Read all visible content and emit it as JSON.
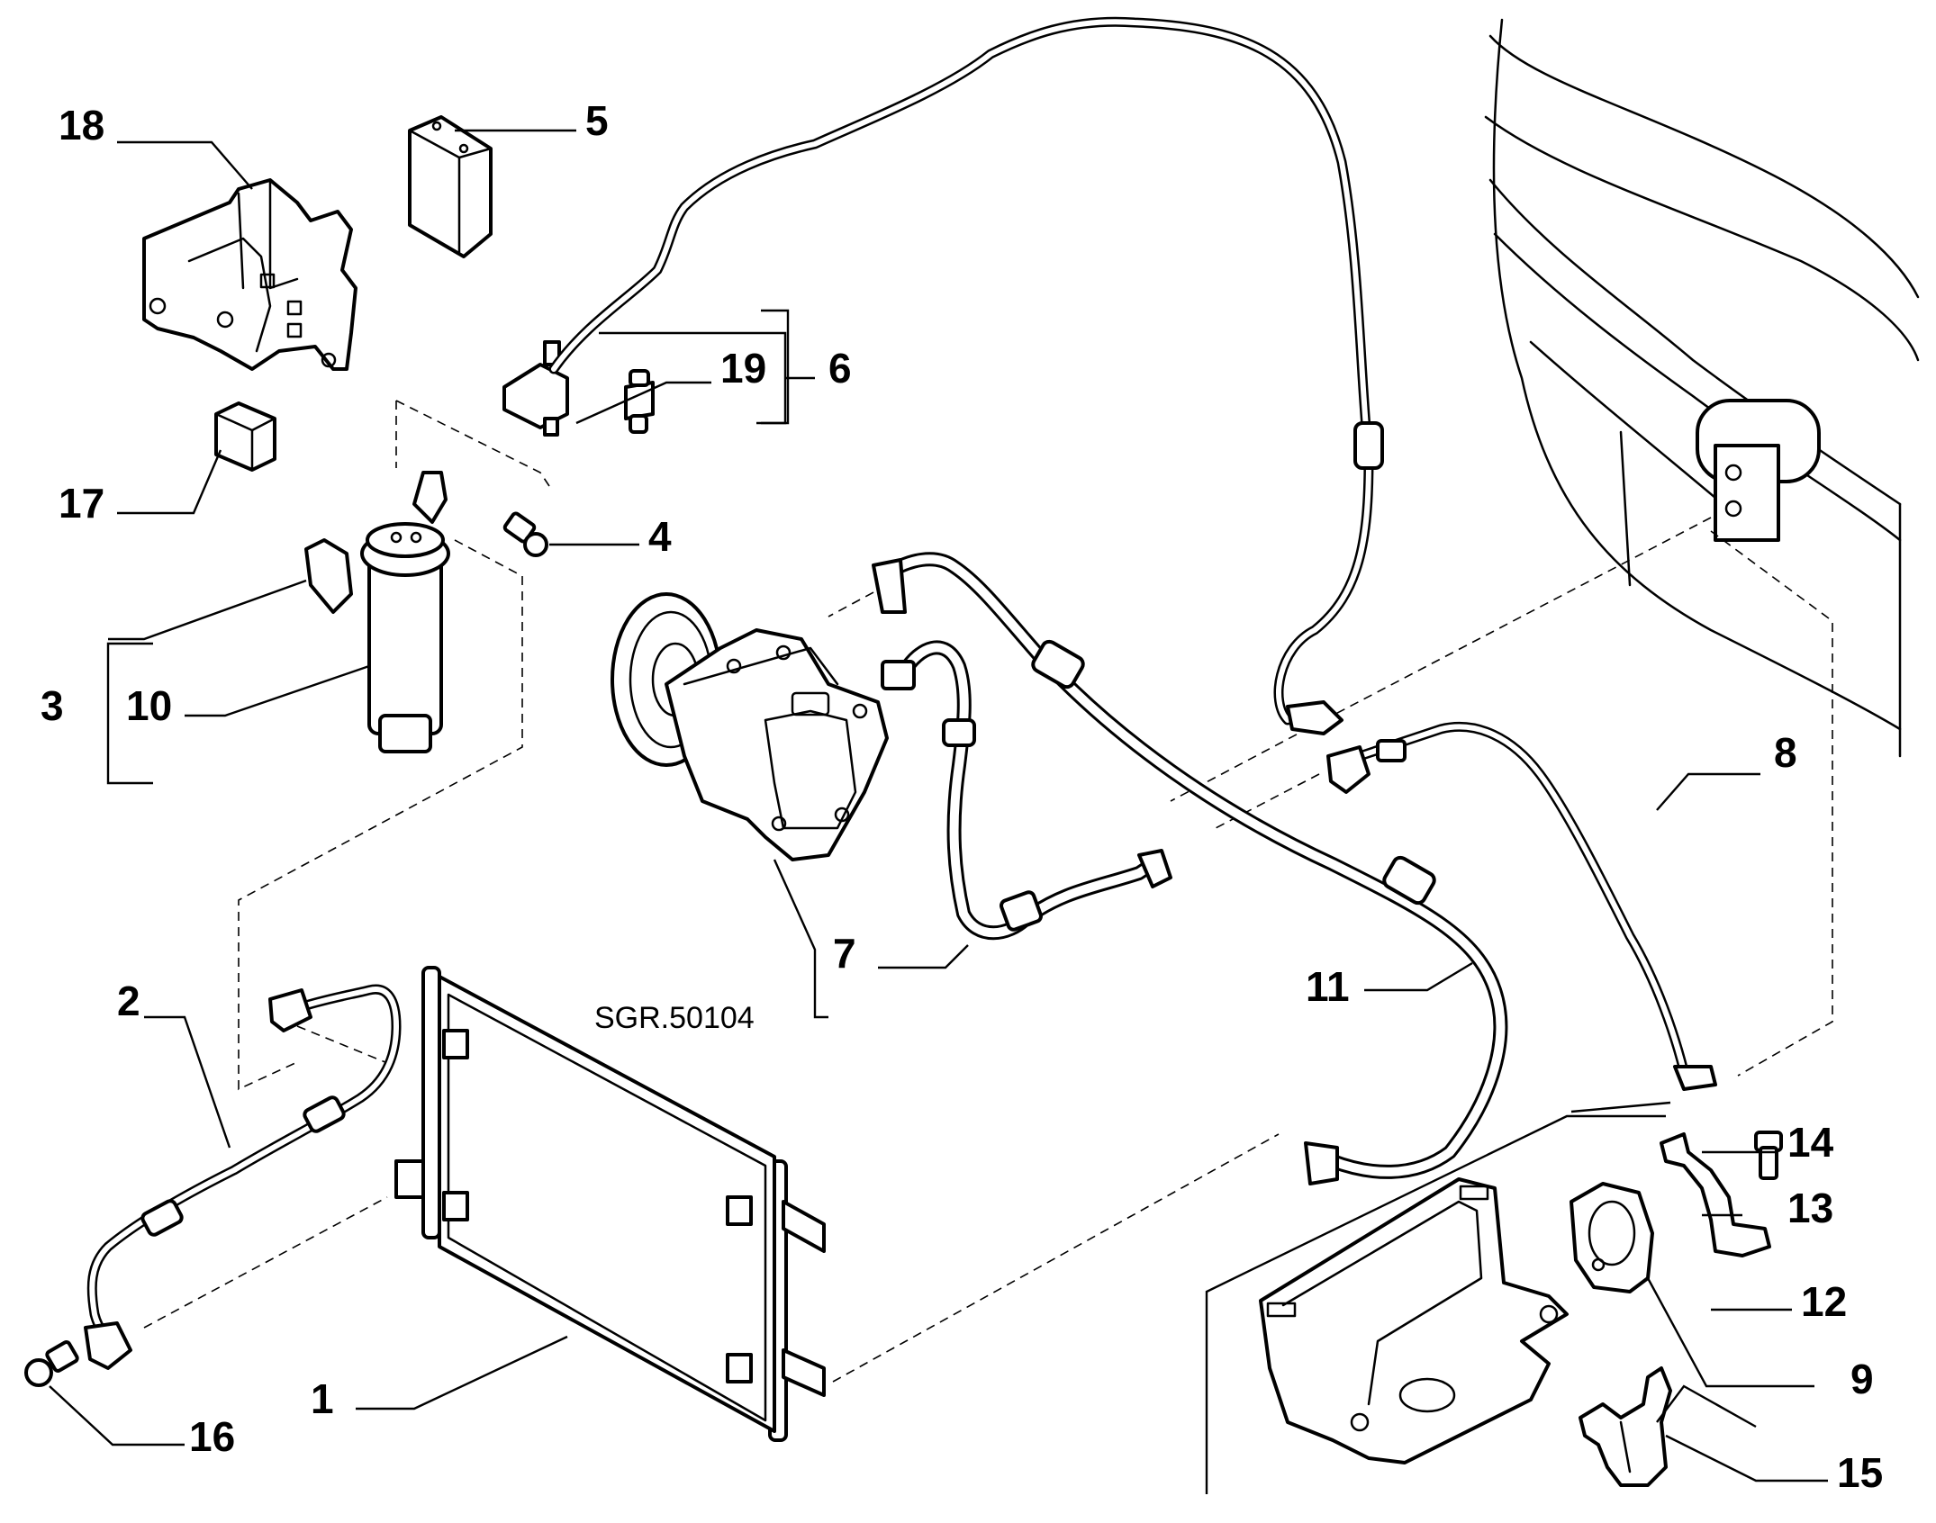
{
  "diagram": {
    "reference_code": "SGR.50104",
    "callouts": {
      "c1": "1",
      "c2": "2",
      "c3": "3",
      "c4": "4",
      "c5": "5",
      "c6": "6",
      "c7": "7",
      "c8": "8",
      "c9": "9",
      "c10": "10",
      "c11": "11",
      "c12": "12",
      "c13": "13",
      "c14": "14",
      "c15": "15",
      "c16": "16",
      "c17": "17",
      "c18": "18",
      "c19": "19"
    }
  }
}
